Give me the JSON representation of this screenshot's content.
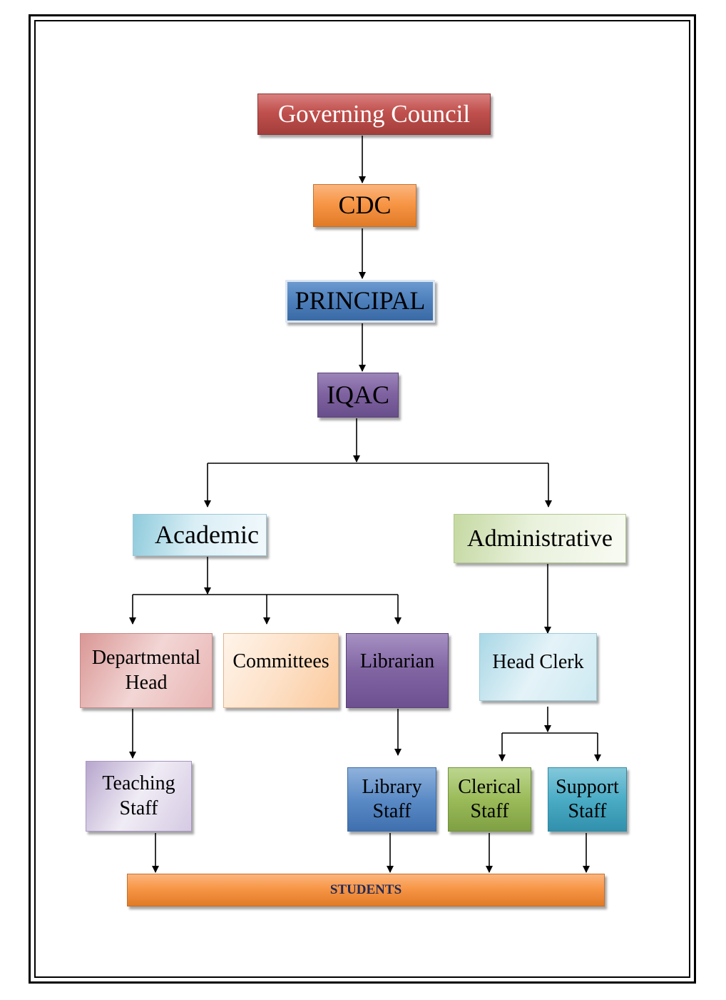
{
  "nodes": {
    "governing_council": "Governing Council",
    "cdc": "CDC",
    "principal": "PRINCIPAL",
    "iqac": "IQAC",
    "academic": "Academic",
    "administrative": "Administrative",
    "departmental_head": "Departmental\nHead",
    "committees": "Committees",
    "librarian": "Librarian",
    "head_clerk": "Head Clerk",
    "teaching_staff": "Teaching\nStaff",
    "library_staff": "Library\nStaff",
    "clerical_staff": "Clerical\nStaff",
    "support_staff": "Support\nStaff",
    "students": "STUDENTS"
  },
  "colors": {
    "governing_council": "#c0504d",
    "cdc": "#f79646",
    "principal": "#4f81bd",
    "iqac": "#8064a2",
    "academic": "#b7dde8",
    "administrative": "#d7e4bc",
    "departmental_head": "#e6b9b8",
    "committees": "#fcd5b4",
    "librarian": "#8064a2",
    "head_clerk": "#c6e4ef",
    "teaching_staff": "#ccc0da",
    "library_staff": "#4f81bd",
    "clerical_staff": "#9bbb59",
    "support_staff": "#4bacc6",
    "students": "#f79646"
  }
}
